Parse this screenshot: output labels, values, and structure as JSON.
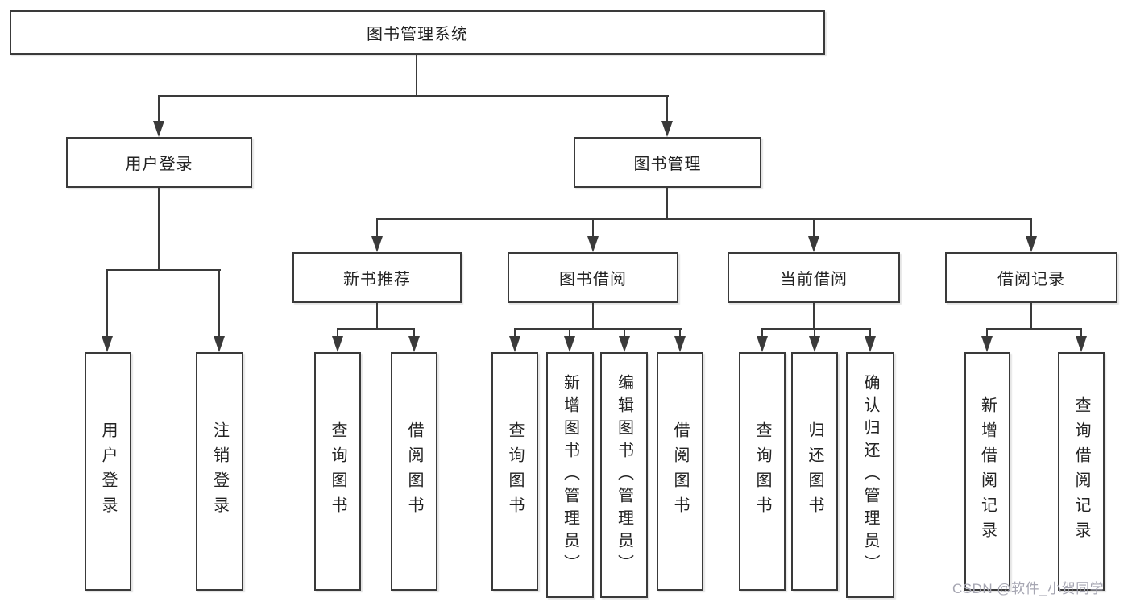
{
  "diagram": {
    "root": {
      "label": "图书管理系统"
    },
    "branches": [
      {
        "label": "用户登录",
        "children": [
          {
            "label": "用户登录"
          },
          {
            "label": "注销登录"
          }
        ]
      },
      {
        "label": "图书管理",
        "children": [
          {
            "label": "新书推荐",
            "children": [
              {
                "label": "查询图书"
              },
              {
                "label": "借阅图书"
              }
            ]
          },
          {
            "label": "图书借阅",
            "children": [
              {
                "label": "查询图书"
              },
              {
                "label": "新增图书（管理员）"
              },
              {
                "label": "编辑图书（管理员）"
              },
              {
                "label": "借阅图书"
              }
            ]
          },
          {
            "label": "当前借阅",
            "children": [
              {
                "label": "查询图书"
              },
              {
                "label": "归还图书"
              },
              {
                "label": "确认归还（管理员）"
              }
            ]
          },
          {
            "label": "借阅记录",
            "children": [
              {
                "label": "新增借阅记录"
              },
              {
                "label": "查询借阅记录"
              }
            ]
          }
        ]
      }
    ],
    "watermark": "CSDN @软件_小贺同学",
    "colors": {
      "line": "#3a3a3a",
      "text": "#222222",
      "background": "#ffffff",
      "watermark": "#a6a6b2"
    }
  }
}
